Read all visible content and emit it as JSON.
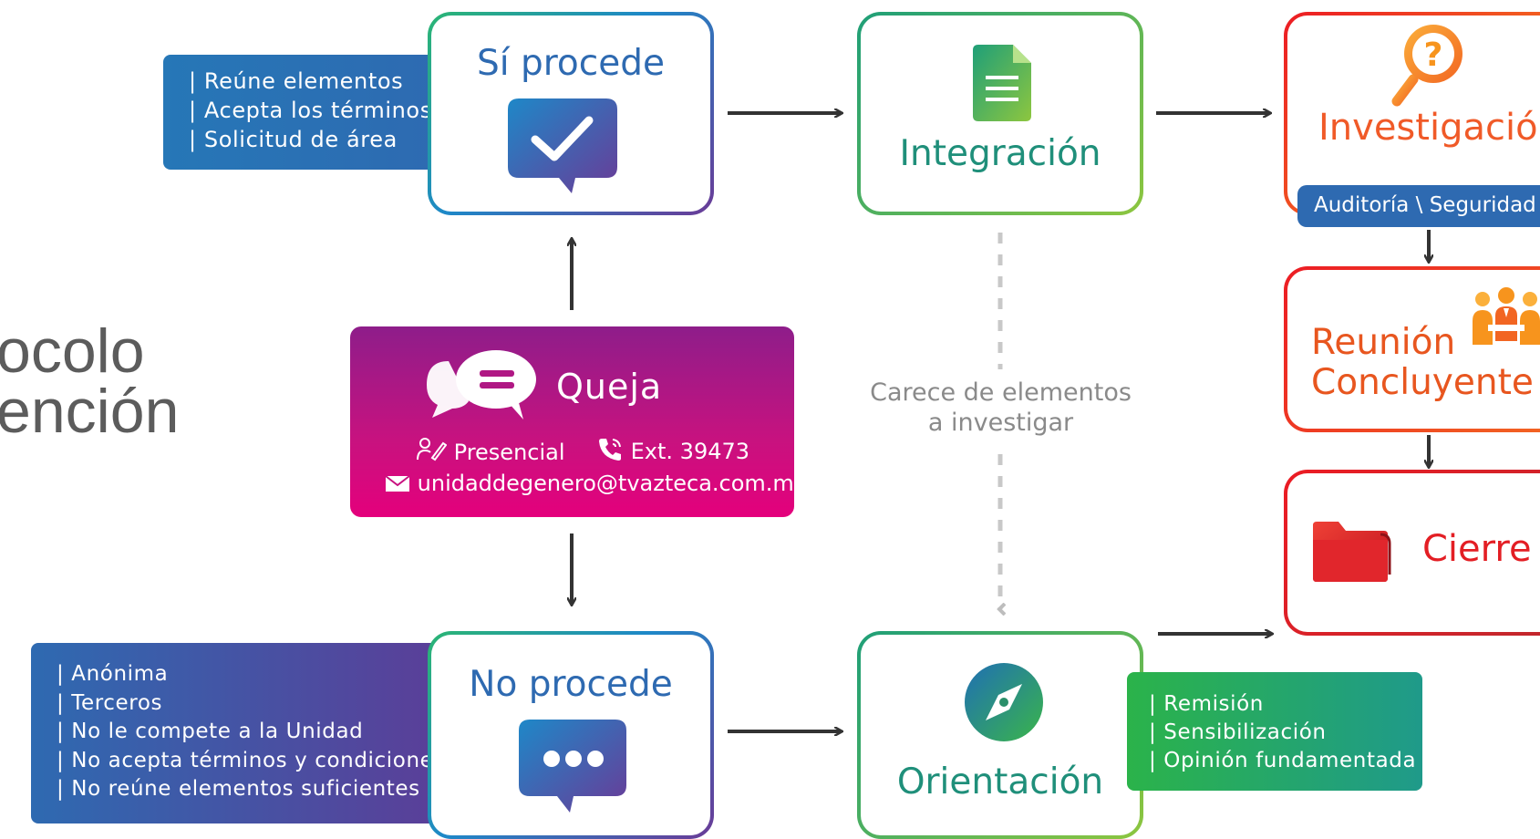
{
  "heading": {
    "line1": "ocolo",
    "line2": "ención"
  },
  "queja": {
    "title": "Queja",
    "presencial": "Presencial",
    "ext": "Ext. 39473",
    "email": "unidaddegenero@tvazteca.com.mx"
  },
  "si_procede": {
    "title": "Sí procede",
    "bullets": [
      "Reúne elementos",
      "Acepta los términos",
      "Solicitud de área"
    ]
  },
  "no_procede": {
    "title": "No procede",
    "bullets": [
      "Anónima",
      "Terceros",
      "No le compete a la Unidad",
      "No acepta términos y condiciones",
      "No reúne elementos suficientes"
    ]
  },
  "integracion": {
    "title": "Integración"
  },
  "orientacion": {
    "title": "Orientación",
    "bullets": [
      "Remisión",
      "Sensibilización",
      "Opinión fundamentada"
    ]
  },
  "dashed_label": {
    "line1": "Carece de elementos",
    "line2": "a investigar"
  },
  "investigacion": {
    "title": "Investigación",
    "badge": "Auditoría \\ Seguridad"
  },
  "reunion": {
    "line1": "Reunión",
    "line2": "Concluyente"
  },
  "cierre": {
    "title": "Cierre"
  },
  "colors": {
    "blue": "#2e6ab1",
    "purple": "#5b3e98",
    "green": "#8dc63f",
    "teal": "#1f9a8a",
    "magenta": "#e4007c",
    "orange": "#f7941d",
    "red": "#e31e24"
  },
  "icons": [
    "check-speech-icon",
    "document-icon",
    "magnifier-question-icon",
    "chat-bubbles-icon",
    "signature-icon",
    "phone-icon",
    "mail-icon",
    "dots-speech-icon",
    "compass-icon",
    "people-meeting-icon",
    "folder-icon"
  ]
}
